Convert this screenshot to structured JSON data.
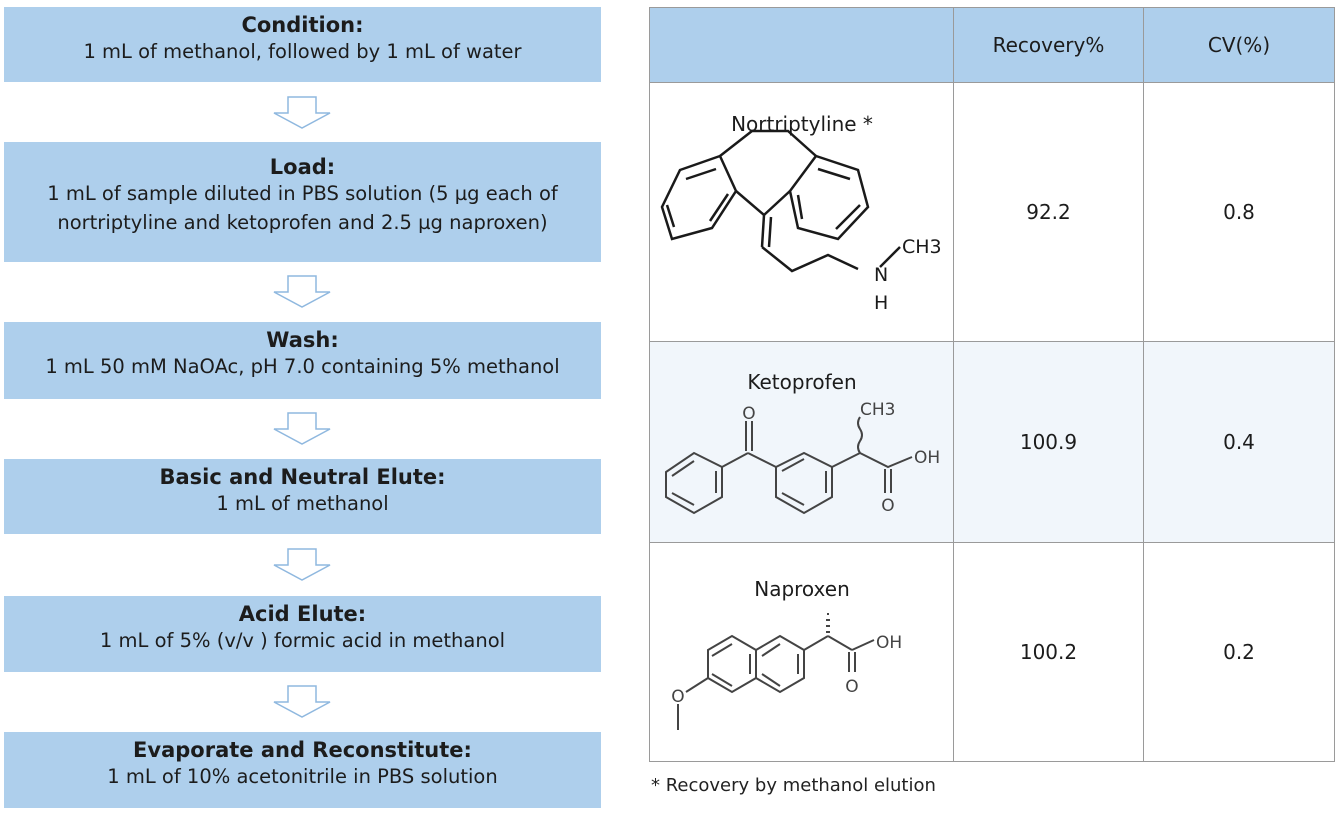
{
  "protocol": {
    "steps": [
      {
        "title": "Condition:",
        "desc": "1 mL of  methanol, followed by 1 mL of  water"
      },
      {
        "title": "Load:",
        "desc": "1 mL of sample diluted in PBS solution (5 µg each of\nnortriptyline and ketoprofen and 2.5 µg naproxen)"
      },
      {
        "title": "Wash:",
        "desc": "1 mL 50 mM NaOAc, pH 7.0 containing 5% methanol"
      },
      {
        "title": "Basic and Neutral Elute:",
        "desc": "1 mL of methanol"
      },
      {
        "title": "Acid Elute:",
        "desc": "1 mL of 5% (v/v ) formic acid in methanol"
      },
      {
        "title": "Evaporate and Reconstitute:",
        "desc": "1 mL of 10% acetonitrile in PBS solution"
      }
    ]
  },
  "table": {
    "headers": [
      "",
      "Recovery%",
      "CV(%)"
    ],
    "rows": [
      {
        "compound": "Nortriptyline *",
        "recovery": "92.2",
        "cv": "0.8",
        "atoms": {
          "n": "N",
          "h": "H",
          "ch3": "CH3"
        }
      },
      {
        "compound": "Ketoprofen",
        "recovery": "100.9",
        "cv": "0.4",
        "atoms": {
          "o1": "O",
          "ch3": "CH3",
          "oh": "OH",
          "o2": "O"
        }
      },
      {
        "compound": "Naproxen",
        "recovery": "100.2",
        "cv": "0.2",
        "atoms": {
          "oh": "OH",
          "o2": "O",
          "o3": "O"
        }
      }
    ]
  },
  "footnote": "* Recovery by methanol elution",
  "colors": {
    "box": "#aecfec",
    "arrow": "#8fb8df",
    "border": "#9a9a9a"
  }
}
